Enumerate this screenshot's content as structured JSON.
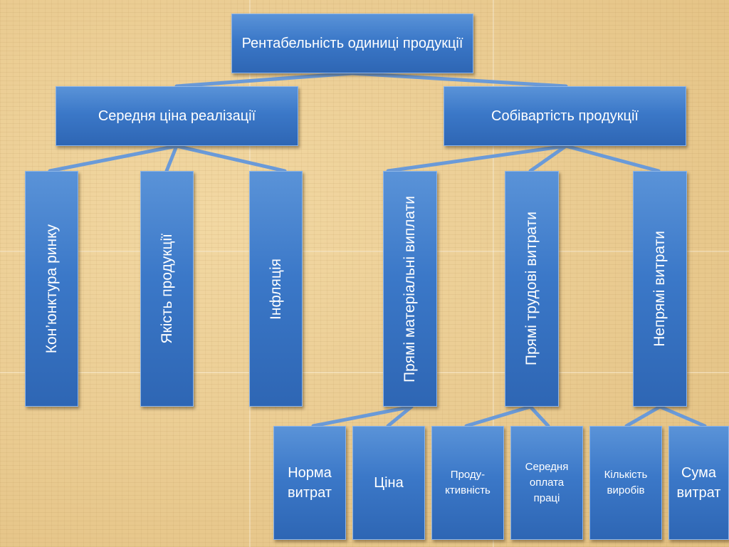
{
  "root": {
    "label": "Рентабельність одиниці продукції"
  },
  "level1": {
    "price": {
      "label": "Середня ціна реалізації"
    },
    "cost": {
      "label": "Собівартість продукції"
    }
  },
  "level2": {
    "market": {
      "label": "Кон’юнктура ринку"
    },
    "quality": {
      "label": "Якість продукції"
    },
    "inflation": {
      "label": "Інфляція"
    },
    "materials": {
      "label": "Прямі матеріальні виплати"
    },
    "labor": {
      "label": "Прямі трудові витрати"
    },
    "indirect": {
      "label": "Непрямі витрати"
    }
  },
  "level3": {
    "norm": {
      "label": "Норма витрат"
    },
    "unit_price": {
      "label": "Ціна"
    },
    "productivity": {
      "label": "Проду-ктивність"
    },
    "avg_pay": {
      "label": "Середня оплата праці"
    },
    "quantity": {
      "label": "Кількість виробів"
    },
    "total": {
      "label": "Сума витрат"
    }
  },
  "colors": {
    "box": "#3b78c8",
    "border": "#8fb6e8",
    "connector": "#5b8fd6"
  }
}
